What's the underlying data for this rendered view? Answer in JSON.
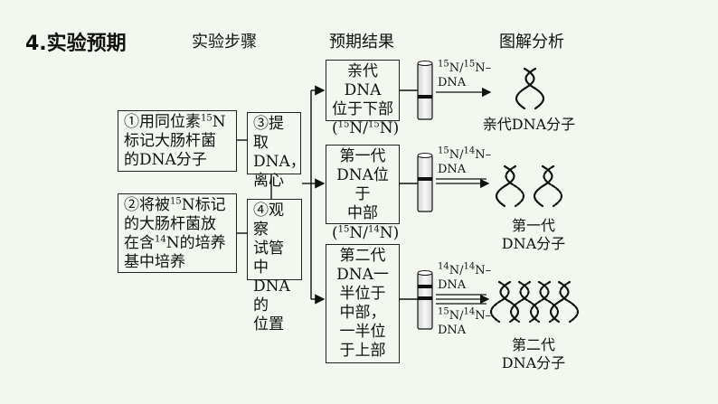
{
  "title": "4.实验预期",
  "headers": {
    "steps": "实验步骤",
    "results": "预期结果",
    "analysis": "图解分析"
  },
  "step1": {
    "l1": "①用同位素",
    "sup": "15",
    "l1b": "N",
    "l2": "标记大肠杆菌",
    "l3": "的DNA分子"
  },
  "step2": {
    "l1a": "②将被",
    "sup1": "15",
    "l1b": "N标记",
    "l2": "的大肠杆菌放",
    "l3a": "在含",
    "sup2": "14",
    "l3b": "N的培养",
    "l4": "基中培养"
  },
  "step3": {
    "l1": "③提取",
    "l2": "DNA，",
    "l3": "离心"
  },
  "step4": {
    "l1": "④观察",
    "l2": "试管中",
    "l3": "DNA的",
    "l4": "位置"
  },
  "result1": {
    "l1": "亲代DNA",
    "l2": "位于下部",
    "l3a": "(",
    "s1": "15",
    "l3b": "N/",
    "s2": "15",
    "l3c": "N)"
  },
  "result2": {
    "l1": "第一代",
    "l2": "DNA位于",
    "l3": "中部",
    "l4a": "(",
    "s1": "15",
    "l4b": "N/",
    "s2": "14",
    "l4c": "N)"
  },
  "result3": {
    "l1": "第二代",
    "l2": "DNA一",
    "l3": "半位于",
    "l4": "中部，",
    "l5": "一半位",
    "l6": "于上部"
  },
  "band1": {
    "s1": "15",
    "a": "N/",
    "s2": "15",
    "b": "N–",
    "c": "DNA"
  },
  "band2": {
    "s1": "15",
    "a": "N/",
    "s2": "14",
    "b": "N–",
    "c": "DNA"
  },
  "band3a": {
    "s1": "14",
    "a": "N/",
    "s2": "14",
    "b": "N–",
    "c": "DNA"
  },
  "band3b": {
    "s1": "15",
    "a": "N/",
    "s2": "14",
    "b": "N–",
    "c": "DNA"
  },
  "caption1": "亲代DNA分子",
  "caption2a": "第一代",
  "caption2b": "DNA分子",
  "caption3a": "第二代",
  "caption3b": "DNA分子"
}
